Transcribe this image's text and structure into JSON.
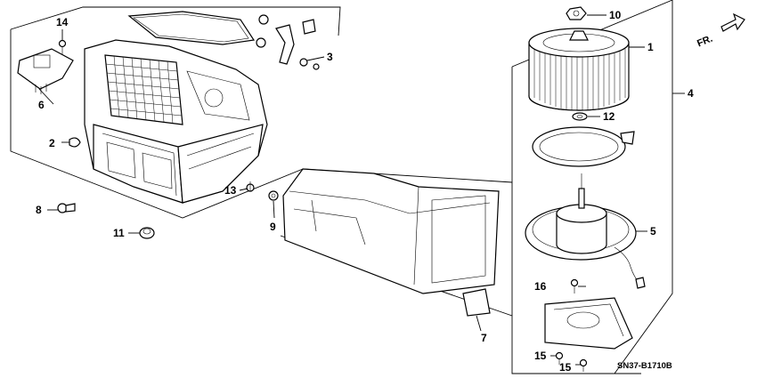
{
  "diagram_code": "SN37-B1710B",
  "front_indicator": "FR.",
  "callouts": {
    "n1": "1",
    "n2": "2",
    "n3": "3",
    "n4": "4",
    "n5": "5",
    "n6": "6",
    "n7": "7",
    "n8": "8",
    "n9": "9",
    "n10": "10",
    "n11": "11",
    "n12": "12",
    "n13": "13",
    "n14": "14",
    "n15a": "15",
    "n15b": "15",
    "n16": "16"
  }
}
